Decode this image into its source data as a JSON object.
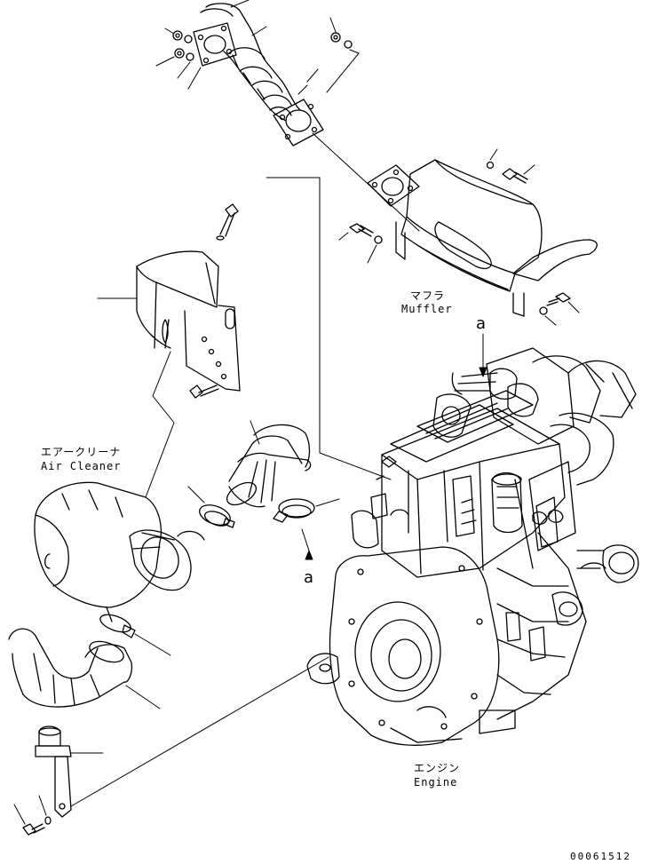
{
  "labels": {
    "muffler_jp": "マフラ",
    "muffler_en": "Muffler",
    "air_cleaner_jp": "エアークリーナ",
    "air_cleaner_en": "Air Cleaner",
    "engine_jp": "エンジン",
    "engine_en": "Engine",
    "ref_a_top": "a",
    "ref_a_bottom": "a",
    "drawing_code": "00061512"
  }
}
